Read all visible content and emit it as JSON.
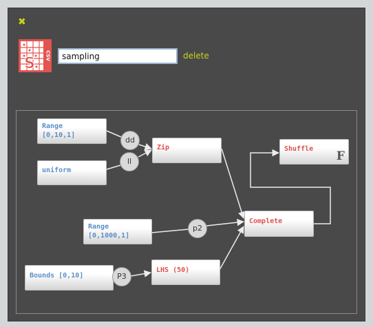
{
  "toolbar": {
    "close_glyph": "✖",
    "logo_letters": {
      "big": "S",
      "small": "CSV"
    },
    "name_value": "sampling",
    "delete_label": "delete"
  },
  "nodes": {
    "range1": {
      "line1": "Range",
      "line2": "[0,10,1]"
    },
    "uniform": {
      "label": "uniform"
    },
    "zip": {
      "label": "Zip"
    },
    "shuffle": {
      "label": "Shuffle",
      "marker": "F"
    },
    "range2": {
      "line1": "Range",
      "line2": "[0,1000,1]"
    },
    "complete": {
      "label": "Complete"
    },
    "bounds": {
      "label": "Bounds [0,10]"
    },
    "lhs": {
      "label": "LHS (50)"
    }
  },
  "badges": {
    "dd": "dd",
    "ll": "ll",
    "p2": "p2",
    "p3": "P3"
  },
  "colors": {
    "accent": "#c9d31a",
    "source_text": "#5b8fc9",
    "operator_text": "#e0504a",
    "panel": "#494949"
  }
}
